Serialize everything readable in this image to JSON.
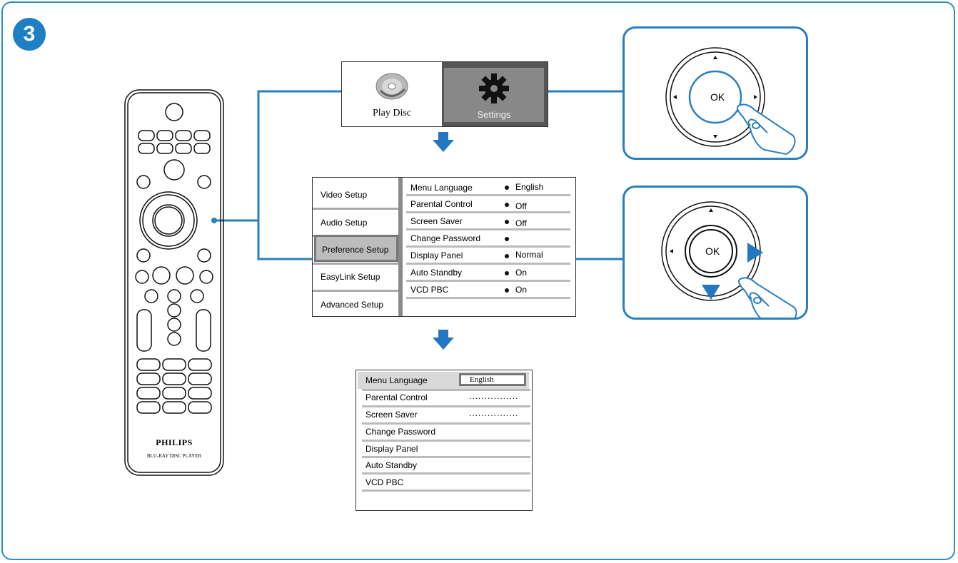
{
  "step_number": "3",
  "home_menu": {
    "items": [
      {
        "label": "Play Disc",
        "icon": "disc-icon",
        "selected": false
      },
      {
        "label": "Settings",
        "icon": "gear-icon",
        "selected": true
      }
    ]
  },
  "setup_menu": {
    "categories": [
      {
        "label": "Video Setup",
        "selected": false
      },
      {
        "label": "Audio Setup",
        "selected": false
      },
      {
        "label": "Preference Setup",
        "selected": true
      },
      {
        "label": "EasyLink Setup",
        "selected": false
      },
      {
        "label": "Advanced Setup",
        "selected": false
      }
    ],
    "options": [
      {
        "label": "Menu Language",
        "value": "English"
      },
      {
        "label": "Parental Control",
        "value": "Off"
      },
      {
        "label": "Screen Saver",
        "value": "Off"
      },
      {
        "label": "Change Password",
        "value": ""
      },
      {
        "label": "Display Panel",
        "value": "Normal"
      },
      {
        "label": "Auto Standby",
        "value": "On"
      },
      {
        "label": "VCD PBC",
        "value": "On"
      }
    ]
  },
  "submenu": {
    "rows": [
      {
        "label": "Menu Language",
        "value": "English",
        "highlighted": true
      },
      {
        "label": "Parental Control",
        "value": "................"
      },
      {
        "label": "Screen Saver",
        "value": "................"
      },
      {
        "label": "Change Password",
        "value": ""
      },
      {
        "label": "Display Panel",
        "value": ""
      },
      {
        "label": "Auto Standby",
        "value": ""
      },
      {
        "label": "VCD PBC",
        "value": ""
      }
    ]
  },
  "remote": {
    "brand": "PHILIPS",
    "model": "BLU-RAY DISC PLAYER"
  },
  "nav_panels": {
    "ok_label": "OK"
  },
  "colors": {
    "accent": "#2a7fbf",
    "badge": "#1f7fc4",
    "arrow": "#2277c0"
  }
}
